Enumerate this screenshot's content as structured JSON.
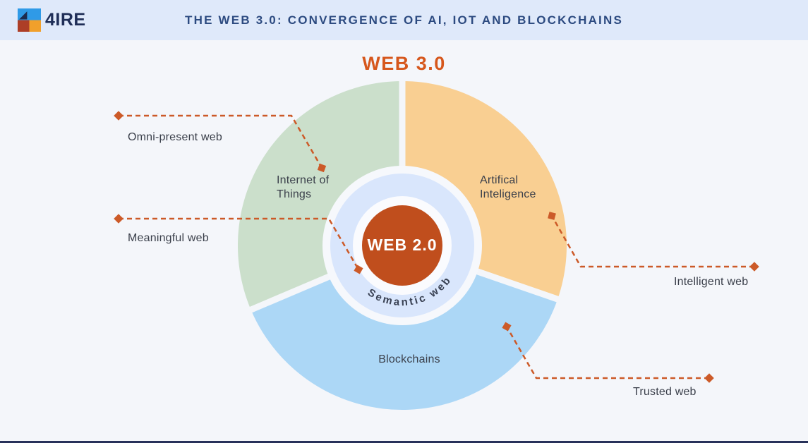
{
  "header": {
    "logo_text": "4IRE",
    "title": "THE WEB 3.0: CONVERGENCE OF AI, IOT AND BLOCKCHAINS"
  },
  "diagram": {
    "title": "WEB 3.0",
    "center_label": "WEB 2.0",
    "ring_label": "Semantic web",
    "segments": {
      "iot": {
        "line1": "Internet of",
        "line2": "Things"
      },
      "ai": {
        "line1": "Artifical",
        "line2": "Inteligence"
      },
      "blockchains": {
        "label": "Blockchains"
      }
    },
    "callouts": {
      "omni": {
        "label": "Omni-present web"
      },
      "meaningful": {
        "label": "Meaningful web"
      },
      "intelligent": {
        "label": "Intelligent web"
      },
      "trusted": {
        "label": "Trusted web"
      }
    },
    "colors": {
      "iot_segment": "#CBDFCB",
      "ai_segment": "#F9CF92",
      "blockchains_segment": "#ACD7F6",
      "semantic_ring": "#D9E6FC",
      "web2_center": "#C04E1D",
      "accent_orange": "#CC5A28",
      "heading_orange": "#D6571C",
      "navy_title": "#2C4A80",
      "header_bg": "#DFE9FA",
      "page_bg": "#F4F6FA"
    }
  }
}
